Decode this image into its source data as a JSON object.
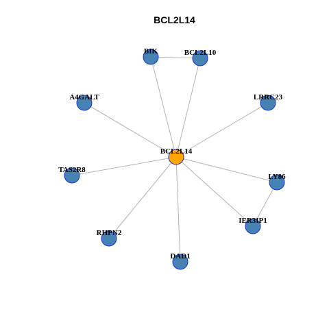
{
  "title": "BCL2L14",
  "colors": {
    "center_fill": "#ffa500",
    "center_stroke": "#8b3a1a",
    "node_fill": "#4682b4",
    "node_stroke": "#1a33cc",
    "edge": "#b3b3b3"
  },
  "nodes": [
    {
      "id": "BCL2L14",
      "label": "BCL2L14",
      "role": "center"
    },
    {
      "id": "BIK",
      "label": "BIK",
      "role": "neighbor"
    },
    {
      "id": "BCL2L10",
      "label": "BCL2L10",
      "role": "neighbor"
    },
    {
      "id": "A4GALT",
      "label": "A4GALT",
      "role": "neighbor"
    },
    {
      "id": "LRRC23",
      "label": "LRRC23",
      "role": "neighbor"
    },
    {
      "id": "TAS2R8",
      "label": "TAS2R8",
      "role": "neighbor"
    },
    {
      "id": "LY86",
      "label": "LY86",
      "role": "neighbor"
    },
    {
      "id": "IER3IP1",
      "label": "IER3IP1",
      "role": "neighbor"
    },
    {
      "id": "RHPN2",
      "label": "RHPN2",
      "role": "neighbor"
    },
    {
      "id": "DAD1",
      "label": "DAD1",
      "role": "neighbor"
    }
  ],
  "edges": [
    {
      "source": "BCL2L14",
      "target": "BIK"
    },
    {
      "source": "BCL2L14",
      "target": "BCL2L10"
    },
    {
      "source": "BCL2L14",
      "target": "A4GALT"
    },
    {
      "source": "BCL2L14",
      "target": "LRRC23"
    },
    {
      "source": "BCL2L14",
      "target": "TAS2R8"
    },
    {
      "source": "BCL2L14",
      "target": "LY86"
    },
    {
      "source": "BCL2L14",
      "target": "IER3IP1"
    },
    {
      "source": "BCL2L14",
      "target": "RHPN2"
    },
    {
      "source": "BCL2L14",
      "target": "DAD1"
    },
    {
      "source": "BIK",
      "target": "BCL2L10"
    },
    {
      "source": "LY86",
      "target": "IER3IP1"
    }
  ]
}
